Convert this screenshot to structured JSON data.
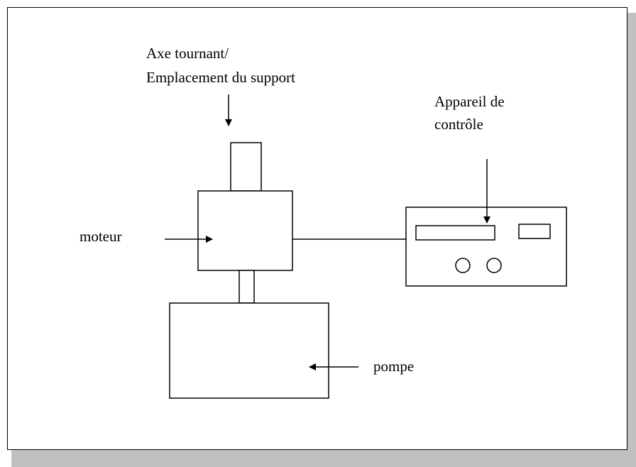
{
  "diagram": {
    "labels": {
      "axis_line1": "Axe tournant/",
      "axis_line2": "Emplacement du support",
      "control_line1": "Appareil de",
      "control_line2": "contrôle",
      "motor": "moteur",
      "pump": "pompe"
    },
    "colors": {
      "stroke": "#000000",
      "background": "#ffffff",
      "shadow": "#c0c0c0"
    }
  }
}
